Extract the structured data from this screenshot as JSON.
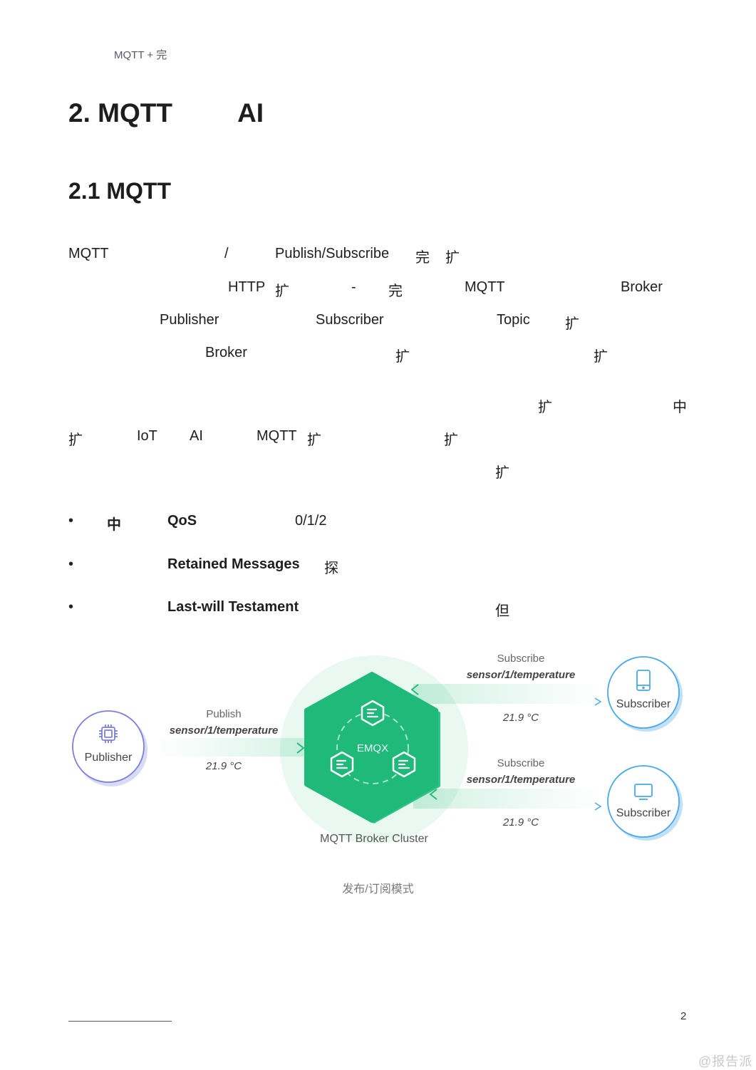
{
  "header": {
    "running_title": "MQTT +    完"
  },
  "headings": {
    "h1": "2. MQTT         AI",
    "h2": "2.1 MQTT"
  },
  "paragraph1": {
    "line1": [
      {
        "text": "MQTT"
      },
      {
        "text": "/"
      },
      {
        "text": "Publish/Subscribe"
      },
      {
        "text": "完"
      },
      {
        "text": "扩"
      }
    ],
    "line2": [
      {
        "text": "HTTP"
      },
      {
        "text": "扩"
      },
      {
        "text": "-"
      },
      {
        "text": "完"
      },
      {
        "text": "MQTT"
      },
      {
        "text": "Broker"
      }
    ],
    "line3": [
      {
        "text": "Publisher"
      },
      {
        "text": "Subscriber"
      },
      {
        "text": "Topic"
      },
      {
        "text": "扩"
      }
    ],
    "line4": [
      {
        "text": "Broker"
      },
      {
        "text": "扩"
      },
      {
        "text": "扩"
      }
    ]
  },
  "paragraph2": {
    "line1": [
      {
        "text": "扩"
      },
      {
        "text": "中"
      }
    ],
    "line2": [
      {
        "text": "扩"
      },
      {
        "text": "IoT"
      },
      {
        "text": "AI"
      },
      {
        "text": "MQTT"
      },
      {
        "text": "扩"
      },
      {
        "text": "扩"
      }
    ],
    "line3": [
      {
        "text": "扩"
      }
    ]
  },
  "bullets": [
    {
      "marker": "•",
      "prefix": "中",
      "term": "QoS",
      "suffix": "0/1/2"
    },
    {
      "marker": "•",
      "prefix": "",
      "term": "Retained Messages",
      "suffix": "探"
    },
    {
      "marker": "•",
      "prefix": "",
      "term": "Last-will Testament",
      "suffix": "但"
    }
  ],
  "diagram": {
    "publisher": {
      "label": "Publisher",
      "icon": "chip-icon",
      "action": "Publish",
      "topic": "sensor/1/temperature",
      "payload": "21.9 °C"
    },
    "broker": {
      "name": "EMQX",
      "caption": "MQTT Broker Cluster"
    },
    "subscribers": [
      {
        "label": "Subscriber",
        "icon": "tablet-icon",
        "action": "Subscribe",
        "topic": "sensor/1/temperature",
        "payload": "21.9 °C"
      },
      {
        "label": "Subscriber",
        "icon": "monitor-icon",
        "action": "Subscribe",
        "topic": "sensor/1/temperature",
        "payload": "21.9 °C"
      }
    ],
    "colors": {
      "green": "#1fb97a",
      "green_dark": "#17a56b",
      "green_halo": "#e6f7ef",
      "purple": "#7d7fd6",
      "blue": "#4aa8e8"
    }
  },
  "figure_caption": "发布/订阅模式",
  "footer": {
    "page_number": "2",
    "watermark": "@报告派"
  }
}
